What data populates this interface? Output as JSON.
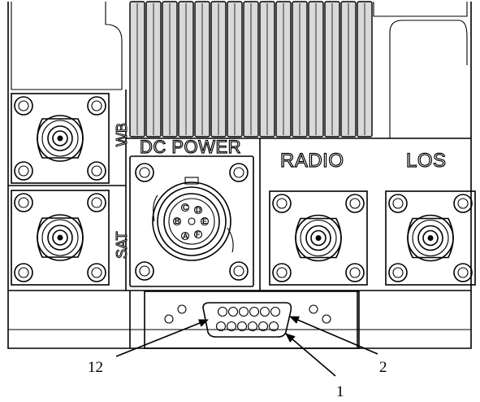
{
  "labels": {
    "dc_power": "DC POWER",
    "radio": "RADIO",
    "los": "LOS",
    "wb": "WB",
    "sat": "SAT"
  },
  "callouts": {
    "pin_12": "12",
    "pin_2": "2",
    "pin_1": "1"
  },
  "connector_pin_letters": [
    "C",
    "D",
    "E",
    "F",
    "A",
    "B"
  ]
}
